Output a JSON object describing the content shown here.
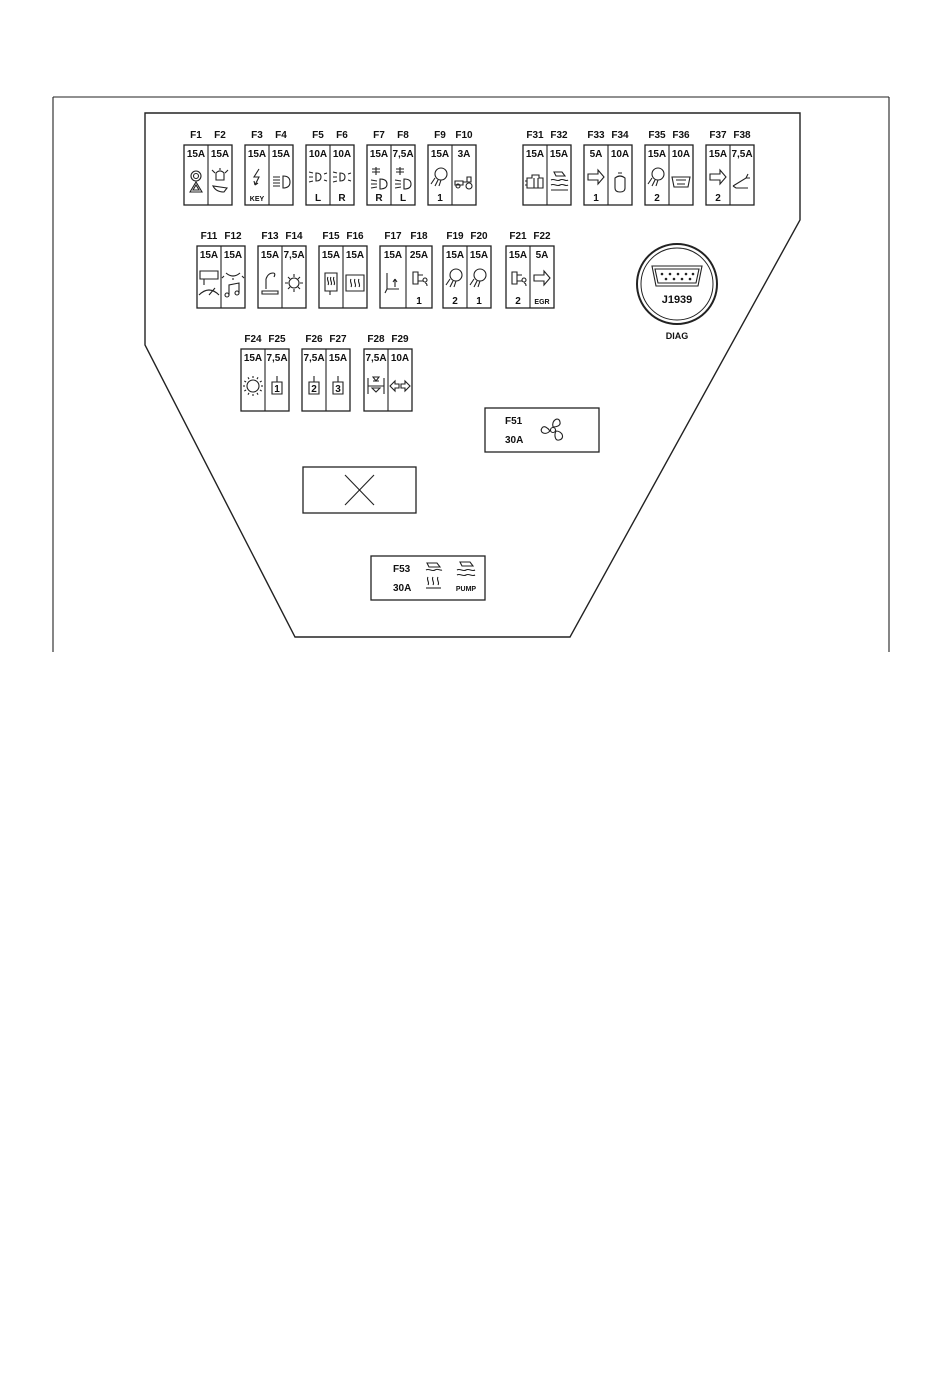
{
  "fuses": [
    {
      "id": "F1",
      "amp": "15A",
      "icon": "warning-lights-icon",
      "sub": ""
    },
    {
      "id": "F2",
      "amp": "15A",
      "icon": "beacon-icon",
      "sub": ""
    },
    {
      "id": "F3",
      "amp": "15A",
      "icon": "power-icon",
      "sub": "KEY"
    },
    {
      "id": "F4",
      "amp": "15A",
      "icon": "headlight-icon",
      "sub": ""
    },
    {
      "id": "F5",
      "amp": "10A",
      "icon": "side-light-icon",
      "sub": "L"
    },
    {
      "id": "F6",
      "amp": "10A",
      "icon": "side-light-icon",
      "sub": "R"
    },
    {
      "id": "F7",
      "amp": "15A",
      "icon": "fog-light-icon",
      "sub": "R"
    },
    {
      "id": "F8",
      "amp": "7,5A",
      "icon": "fog-light-icon",
      "sub": "L"
    },
    {
      "id": "F9",
      "amp": "15A",
      "icon": "work-light-icon",
      "sub": "1"
    },
    {
      "id": "F10",
      "amp": "3A",
      "icon": "tractor-trailer-icon",
      "sub": ""
    },
    {
      "id": "F11",
      "amp": "15A",
      "icon": "wiper-icon",
      "sub": ""
    },
    {
      "id": "F12",
      "amp": "15A",
      "icon": "interior-light-music-icon",
      "sub": ""
    },
    {
      "id": "F13",
      "amp": "15A",
      "icon": "cigarette-lighter-icon",
      "sub": ""
    },
    {
      "id": "F14",
      "amp": "7,5A",
      "icon": "climate-icon",
      "sub": ""
    },
    {
      "id": "F15",
      "amp": "15A",
      "icon": "mirror-heat-icon",
      "sub": ""
    },
    {
      "id": "F16",
      "amp": "15A",
      "icon": "rear-defrost-icon",
      "sub": ""
    },
    {
      "id": "F17",
      "amp": "15A",
      "icon": "seat-icon",
      "sub": ""
    },
    {
      "id": "F18",
      "amp": "25A",
      "icon": "rear-light-icon",
      "sub": "1"
    },
    {
      "id": "F19",
      "amp": "15A",
      "icon": "work-light-icon",
      "sub": "2"
    },
    {
      "id": "F20",
      "amp": "15A",
      "icon": "work-light-icon",
      "sub": "1"
    },
    {
      "id": "F21",
      "amp": "15A",
      "icon": "rear-light-icon",
      "sub": "2"
    },
    {
      "id": "F22",
      "amp": "5A",
      "icon": "egr-icon",
      "sub": "EGR"
    },
    {
      "id": "F24",
      "amp": "15A",
      "icon": "sun-icon",
      "sub": ""
    },
    {
      "id": "F25",
      "amp": "7,5A",
      "icon": "module-1-icon",
      "sub": ""
    },
    {
      "id": "F26",
      "amp": "7,5A",
      "icon": "module-2-icon",
      "sub": ""
    },
    {
      "id": "F27",
      "amp": "15A",
      "icon": "module-3-icon",
      "sub": ""
    },
    {
      "id": "F28",
      "amp": "7,5A",
      "icon": "axle-icon",
      "sub": ""
    },
    {
      "id": "F29",
      "amp": "10A",
      "icon": "turn-signal-icon",
      "sub": ""
    },
    {
      "id": "F31",
      "amp": "15A",
      "icon": "engine-icon",
      "sub": ""
    },
    {
      "id": "F32",
      "amp": "15A",
      "icon": "engine-water-icon",
      "sub": ""
    },
    {
      "id": "F33",
      "amp": "5A",
      "icon": "sensor-arrow-icon",
      "sub": "1"
    },
    {
      "id": "F34",
      "amp": "10A",
      "icon": "horn-icon",
      "sub": ""
    },
    {
      "id": "F35",
      "amp": "15A",
      "icon": "work-light-icon",
      "sub": "2"
    },
    {
      "id": "F36",
      "amp": "10A",
      "icon": "connector-icon",
      "sub": ""
    },
    {
      "id": "F37",
      "amp": "15A",
      "icon": "sensor-arrow-icon",
      "sub": "2"
    },
    {
      "id": "F38",
      "amp": "7,5A",
      "icon": "pedal-icon",
      "sub": ""
    }
  ],
  "diag": {
    "code": "J1939",
    "label": "DIAG"
  },
  "big_fuses": [
    {
      "id": "F51",
      "amp": "30A",
      "icon": "fan-icon"
    },
    {
      "id": "F53",
      "amp": "30A",
      "icon": "heater-pump-icon",
      "pump_label": "PUMP"
    }
  ]
}
